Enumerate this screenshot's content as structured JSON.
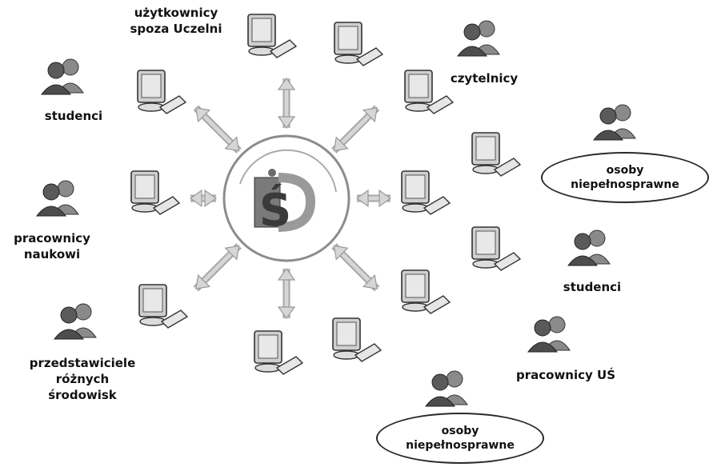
{
  "logo_letter": "Ś",
  "groups": {
    "uzytkownicy": [
      "użytkownicy",
      "spoza Uczelni"
    ],
    "studenci_left": [
      "studenci"
    ],
    "pracownicy_naukowi": [
      "pracownicy",
      "naukowi"
    ],
    "przedstawiciele": [
      "przedstawiciele",
      "różnych",
      "środowisk"
    ],
    "czytelnicy": [
      "czytelnicy"
    ],
    "osoby_right": [
      "osoby",
      "niepełnosprawne"
    ],
    "studenci_right": [
      "studenci"
    ],
    "pracownicy_us": [
      "pracownicy UŚ"
    ],
    "osoby_bottom": [
      "osoby",
      "niepełnosprawne"
    ]
  },
  "colors": {
    "arrow": "#cfcfcf",
    "arrow_stroke": "#a6a6a6",
    "monitor": "#d9d9d9",
    "person_dark": "#555555",
    "person_light": "#8a8a8a",
    "logo_dark": "#6b6b6b",
    "logo_mid": "#9a9a9a",
    "ring": "#8c8c8c"
  }
}
